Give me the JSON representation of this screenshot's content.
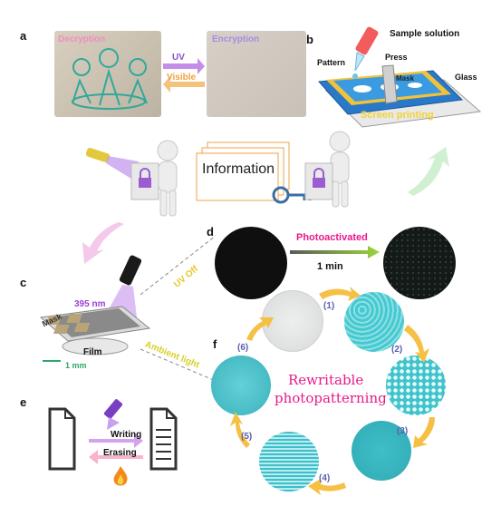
{
  "panel_labels": {
    "a": "a",
    "b": "b",
    "c": "c",
    "d": "d",
    "e": "e",
    "f": "f"
  },
  "panel_a": {
    "left_title": "Decryption",
    "right_title": "Encryption",
    "arrow_top": "UV",
    "arrow_bottom": "Visible"
  },
  "panel_b": {
    "sample_solution": "Sample solution",
    "pattern": "Pattern",
    "press": "Press",
    "mask": "Mask",
    "glass": "Glass",
    "screen_printing": "Screen printing"
  },
  "info": {
    "label": "Information"
  },
  "panel_c": {
    "wavelength": "395 nm",
    "mask": "Mask",
    "film": "Film",
    "scale": "1 mm",
    "uv_off": "UV Off",
    "ambient": "Ambient light"
  },
  "panel_d": {
    "photoactivated": "Photoactivated",
    "time": "1 min"
  },
  "panel_e": {
    "writing": "Writing",
    "erasing": "Erasing"
  },
  "panel_f": {
    "title_line1": "Rewritable",
    "title_line2": "photopatterning",
    "steps": [
      "(1)",
      "(2)",
      "(3)",
      "(4)",
      "(5)",
      "(6)"
    ]
  },
  "colors": {
    "accent_magenta": "#e8198b",
    "accent_purple": "#a64fd9",
    "accent_green": "#7cc243",
    "teal": "#37c6cf",
    "label_blue": "#5b5fb0"
  }
}
